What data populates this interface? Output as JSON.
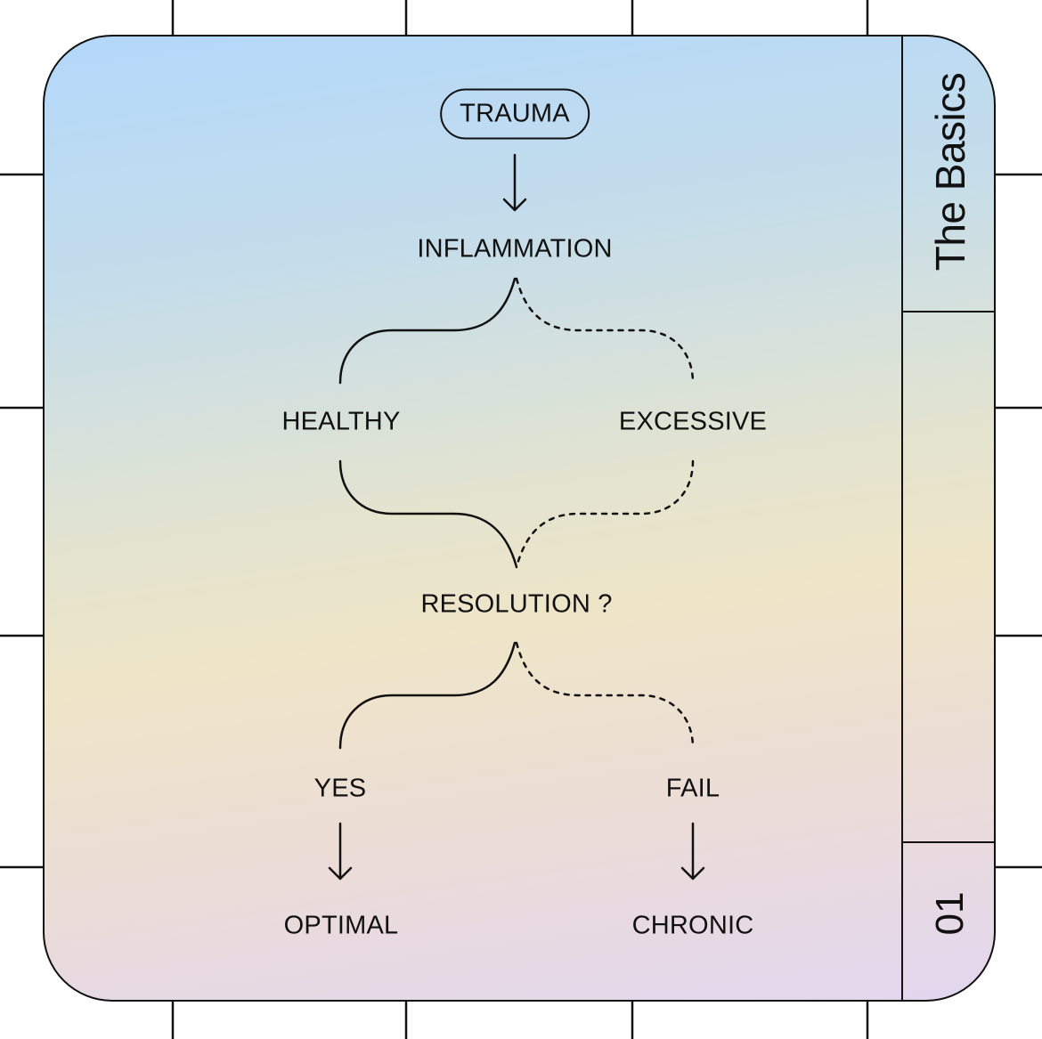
{
  "card": {
    "tab_title": "The Basics",
    "tab_number": "01"
  },
  "nodes": {
    "trauma": "TRAUMA",
    "inflammation": "INFLAMMATION",
    "healthy": "HEALTHY",
    "excessive": "EXCESSIVE",
    "resolution": "RESOLUTION ?",
    "yes": "YES",
    "fail": "FAIL",
    "optimal": "OPTIMAL",
    "chronic": "CHRONIC"
  },
  "colors": {
    "line": "#111111",
    "gradient_top": "#b3d8fb",
    "gradient_mid": "#efe5c8",
    "gradient_bottom": "#e2d6ef"
  }
}
